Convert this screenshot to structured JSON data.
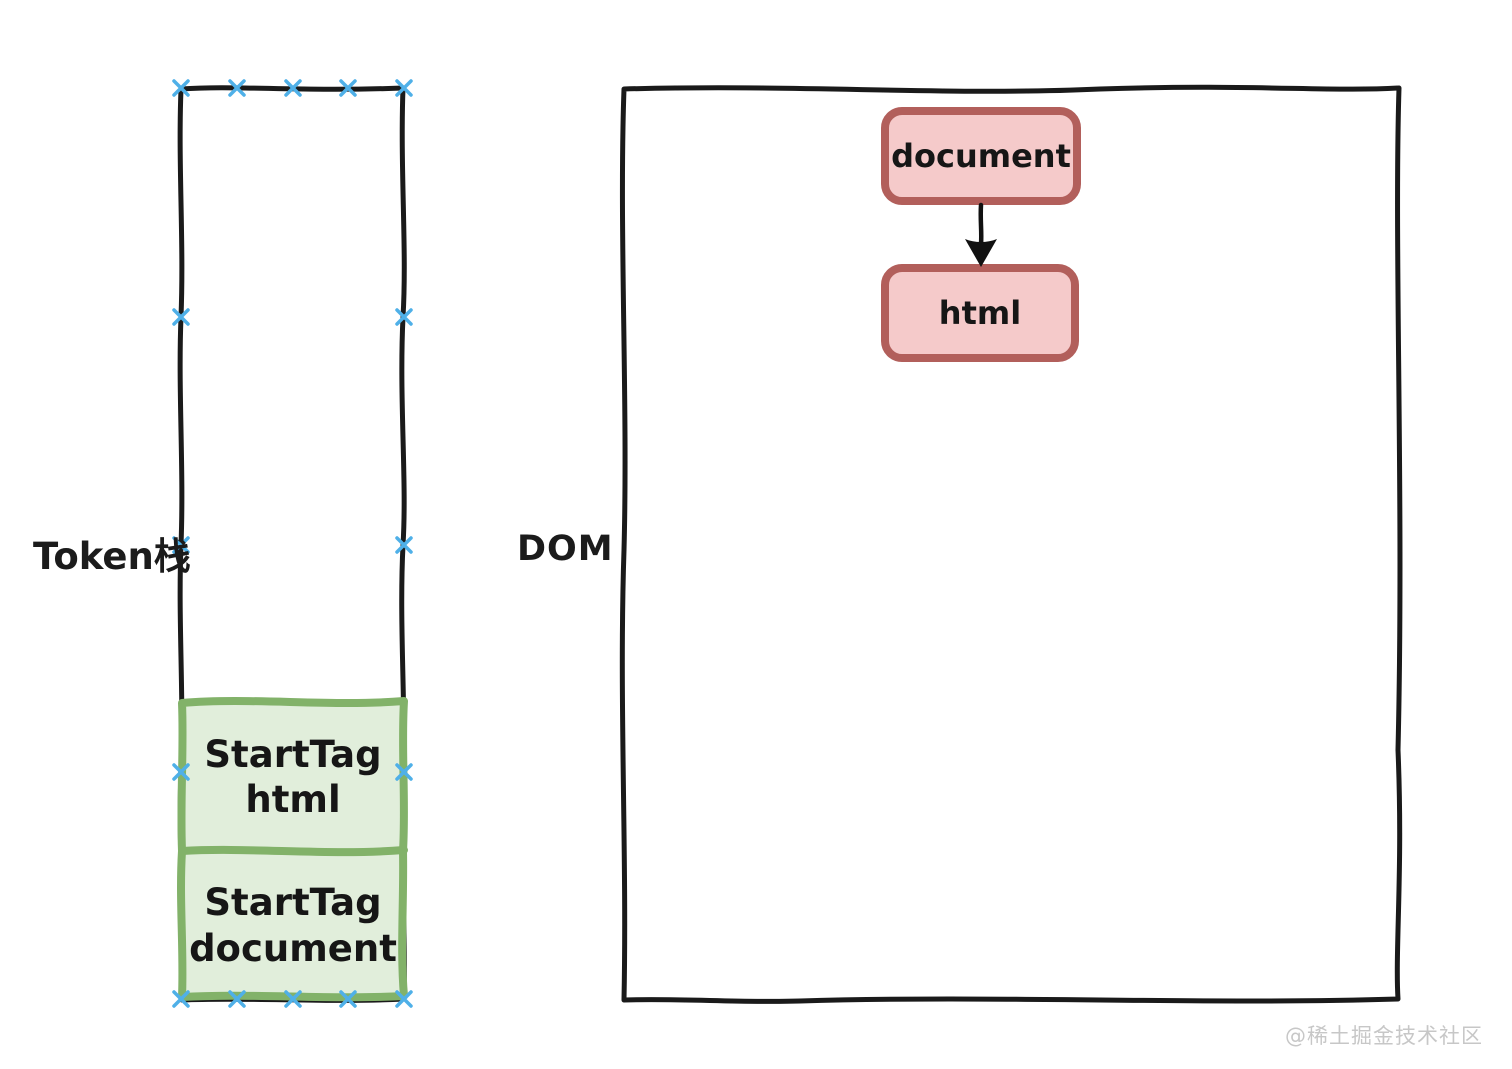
{
  "canvas": {
    "background": "#ffffff"
  },
  "token_stack": {
    "label": "Token栈",
    "outline_color": "#1a1a1a",
    "items": [
      {
        "line1": "StartTag",
        "line2": "html"
      },
      {
        "line1": "StartTag",
        "line2": "document"
      }
    ],
    "item_fill": "#e1eedb",
    "item_border": "#82b269"
  },
  "dom_tree": {
    "label": "DOM",
    "outline_color": "#1a1a1a",
    "nodes": [
      {
        "label": "document"
      },
      {
        "label": "html"
      }
    ],
    "node_fill": "#f5caca",
    "node_border": "#b25f5b",
    "edge": {
      "from": "document",
      "to": "html",
      "color": "#111111"
    }
  },
  "anchor_marks": {
    "color": "#4fb0e8",
    "count": 16
  },
  "watermark": "@稀土掘金技术社区"
}
